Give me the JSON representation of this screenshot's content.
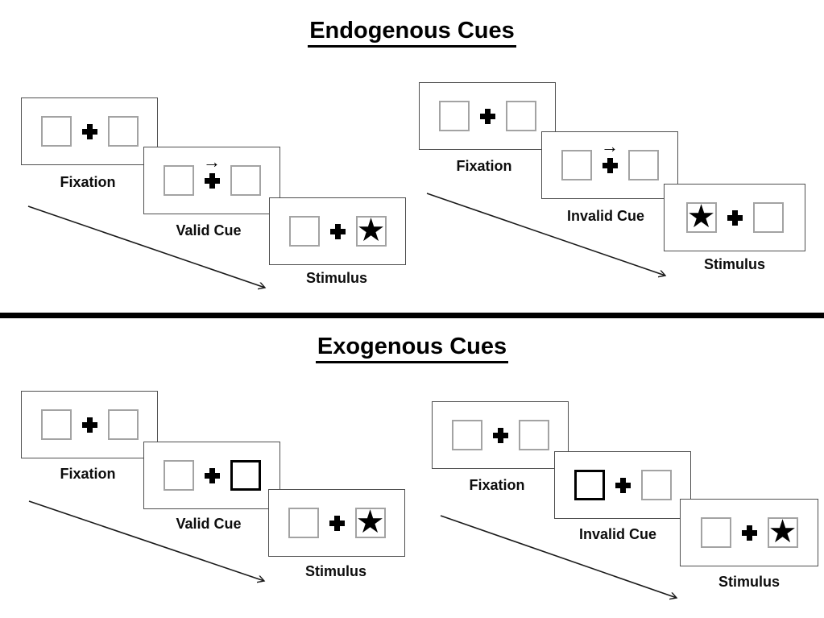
{
  "colors": {
    "background": "#ffffff",
    "panel_border": "#4f4f4f",
    "box_border": "#a3a3a3",
    "ink": "#000000"
  },
  "icons": {
    "star": "★",
    "cue_arrow_right": "→",
    "fixation_cross": "css-cross",
    "timeline_arrow": "diagonal-arrow"
  },
  "endogenous": {
    "title": "Endogenous Cues",
    "valid": {
      "fixation_label": "Fixation",
      "cue_label": "Valid Cue",
      "stimulus_label": "Stimulus"
    },
    "invalid": {
      "fixation_label": "Fixation",
      "cue_label": "Invalid Cue",
      "stimulus_label": "Stimulus"
    }
  },
  "exogenous": {
    "title": "Exogenous Cues",
    "valid": {
      "fixation_label": "Fixation",
      "cue_label": "Valid Cue",
      "stimulus_label": "Stimulus"
    },
    "invalid": {
      "fixation_label": "Fixation",
      "cue_label": "Invalid Cue",
      "stimulus_label": "Stimulus"
    }
  }
}
